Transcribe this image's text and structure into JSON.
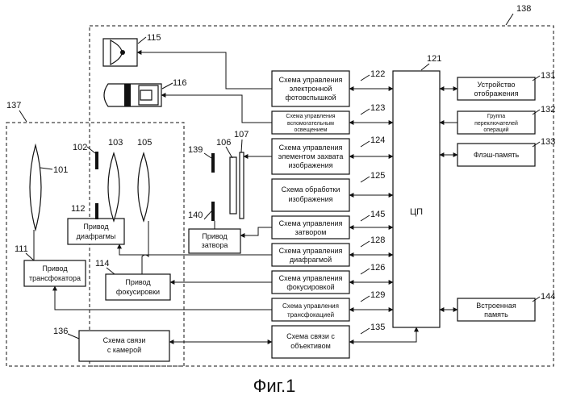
{
  "figure_caption": "Фиг.1",
  "refs": {
    "r101": "101",
    "r102": "102",
    "r103": "103",
    "r105": "105",
    "r106": "106",
    "r107": "107",
    "r111": "111",
    "r112": "112",
    "r114": "114",
    "r115": "115",
    "r116": "116",
    "r121": "121",
    "r122": "122",
    "r123": "123",
    "r124": "124",
    "r125": "125",
    "r126": "126",
    "r128": "128",
    "r129": "129",
    "r131": "131",
    "r132": "132",
    "r133": "133",
    "r135": "135",
    "r136": "136",
    "r137": "137",
    "r138": "138",
    "r139": "139",
    "r140": "140",
    "r144": "144",
    "r145": "145"
  },
  "blocks": {
    "flash_ctrl": [
      "Схема управления",
      "электронной",
      "фотовспышкой"
    ],
    "assist_light": [
      "Схема управления",
      "вспомогательным",
      "освещением"
    ],
    "sensor_ctrl": [
      "Схема управления",
      "элементом захвата",
      "изображения"
    ],
    "image_proc": [
      "Схема обработки",
      "изображения"
    ],
    "shutter_ctrl": [
      "Схема управления",
      "затвором"
    ],
    "aperture_ctrl": [
      "Схема управления",
      "диафрагмой"
    ],
    "focus_ctrl": [
      "Схема управления",
      "фокусировкой"
    ],
    "zoom_ctrl": [
      "Схема управления",
      "трансфокацией"
    ],
    "lens_comm": [
      "Схема связи с",
      "объективом"
    ],
    "cpu": [
      "ЦП"
    ],
    "display": [
      "Устройство",
      "отображения"
    ],
    "switches": [
      "Группа",
      "переключателей",
      "операций"
    ],
    "flash_mem": [
      "Флэш-память"
    ],
    "builtin_mem": [
      "Встроенная",
      "память"
    ],
    "shutter_drive": [
      "Привод",
      "затвора"
    ],
    "aperture_drive": [
      "Привод",
      "диафрагмы"
    ],
    "focus_drive": [
      "Привод",
      "фокусировки"
    ],
    "zoom_drive": [
      "Привод",
      "трансфокатора"
    ],
    "camera_comm": [
      "Схема связи",
      "с камерой"
    ]
  }
}
